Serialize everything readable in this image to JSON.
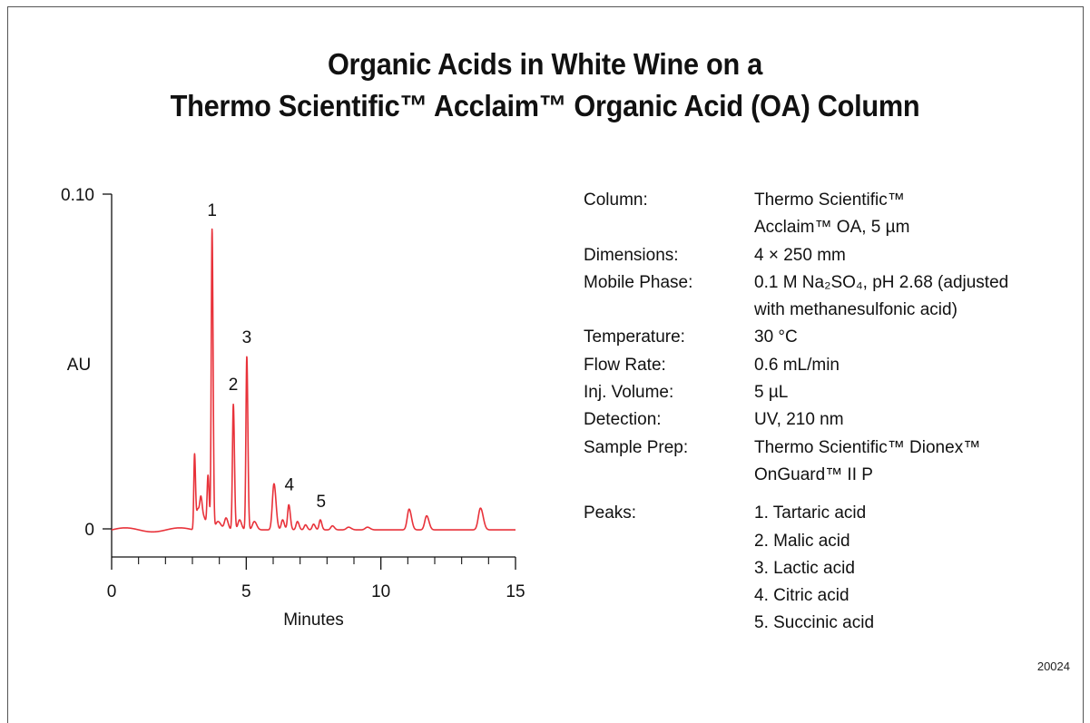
{
  "title": {
    "line1": "Organic Acids in White Wine on a",
    "line2": "Thermo Scientific™ Acclaim™ Organic Acid (OA) Column"
  },
  "conditions": [
    {
      "label": "Column:",
      "lines": [
        "Thermo Scientific™",
        "Acclaim™ OA, 5 µm"
      ]
    },
    {
      "label": "Dimensions:",
      "lines": [
        "4 × 250 mm"
      ]
    },
    {
      "label": "Mobile Phase:",
      "lines": [
        "0.1 M Na₂SO₄, pH 2.68 (adjusted",
        "with methanesulfonic acid)"
      ]
    },
    {
      "label": "Temperature:",
      "lines": [
        "30 °C"
      ]
    },
    {
      "label": "Flow Rate:",
      "lines": [
        "0.6 mL/min"
      ]
    },
    {
      "label": "Inj. Volume:",
      "lines": [
        "5 µL"
      ]
    },
    {
      "label": "Detection:",
      "lines": [
        "UV, 210 nm"
      ]
    },
    {
      "label": "Sample Prep:",
      "lines": [
        "Thermo Scientific™ Dionex™",
        "OnGuard™ II P"
      ]
    }
  ],
  "peaks": {
    "label": "Peaks:",
    "items": [
      "1. Tartaric acid",
      "2. Malic acid",
      "3. Lactic acid",
      "4. Citric acid",
      "5. Succinic acid"
    ]
  },
  "figure_code": "20024",
  "chart_data": {
    "type": "line",
    "xlabel": "Minutes",
    "ylabel": "AU",
    "xlim": [
      0,
      15
    ],
    "ylim": [
      0,
      0.1
    ],
    "x_ticks": [
      0,
      5,
      10,
      15
    ],
    "y_ticks": [
      0,
      0.1
    ],
    "x_tick_labels": [
      "0",
      "5",
      "10",
      "15"
    ],
    "y_tick_labels": [
      "0",
      "0.10"
    ],
    "grid": false,
    "line_color": "#e8323a",
    "baseline": -0.0003,
    "series": [
      {
        "peaks": [
          {
            "x": 3.08,
            "h": 0.0224,
            "w": 0.028
          },
          {
            "x": 3.2,
            "h": 0.006,
            "w": 0.05
          },
          {
            "x": 3.32,
            "h": 0.009,
            "w": 0.045
          },
          {
            "x": 3.45,
            "h": 0.003,
            "w": 0.05
          },
          {
            "x": 3.58,
            "h": 0.016,
            "w": 0.035
          },
          {
            "x": 3.73,
            "h": 0.0897,
            "w": 0.03
          },
          {
            "x": 3.95,
            "h": 0.0025,
            "w": 0.09
          },
          {
            "x": 4.25,
            "h": 0.0035,
            "w": 0.06
          },
          {
            "x": 4.52,
            "h": 0.0375,
            "w": 0.033
          },
          {
            "x": 4.75,
            "h": 0.003,
            "w": 0.06
          },
          {
            "x": 5.02,
            "h": 0.0518,
            "w": 0.032
          },
          {
            "x": 5.3,
            "h": 0.0025,
            "w": 0.07
          },
          {
            "x": 6.03,
            "h": 0.0138,
            "w": 0.06
          },
          {
            "x": 6.35,
            "h": 0.003,
            "w": 0.05
          },
          {
            "x": 6.58,
            "h": 0.0075,
            "w": 0.045
          },
          {
            "x": 6.9,
            "h": 0.0025,
            "w": 0.05
          },
          {
            "x": 7.2,
            "h": 0.0015,
            "w": 0.05
          },
          {
            "x": 7.5,
            "h": 0.0017,
            "w": 0.05
          },
          {
            "x": 7.75,
            "h": 0.003,
            "w": 0.045
          },
          {
            "x": 8.2,
            "h": 0.0012,
            "w": 0.06
          },
          {
            "x": 8.8,
            "h": 0.0008,
            "w": 0.08
          },
          {
            "x": 9.5,
            "h": 0.0008,
            "w": 0.08
          },
          {
            "x": 11.05,
            "h": 0.0062,
            "w": 0.07
          },
          {
            "x": 11.7,
            "h": 0.0042,
            "w": 0.07
          },
          {
            "x": 13.7,
            "h": 0.0065,
            "w": 0.08
          }
        ]
      }
    ],
    "peak_labels": [
      {
        "text": "1",
        "x": 3.73,
        "y": 0.0935
      },
      {
        "text": "2",
        "x": 4.52,
        "y": 0.0415
      },
      {
        "text": "3",
        "x": 5.02,
        "y": 0.0555
      },
      {
        "text": "4",
        "x": 6.6,
        "y": 0.0115
      },
      {
        "text": "5",
        "x": 7.78,
        "y": 0.0065
      }
    ]
  }
}
